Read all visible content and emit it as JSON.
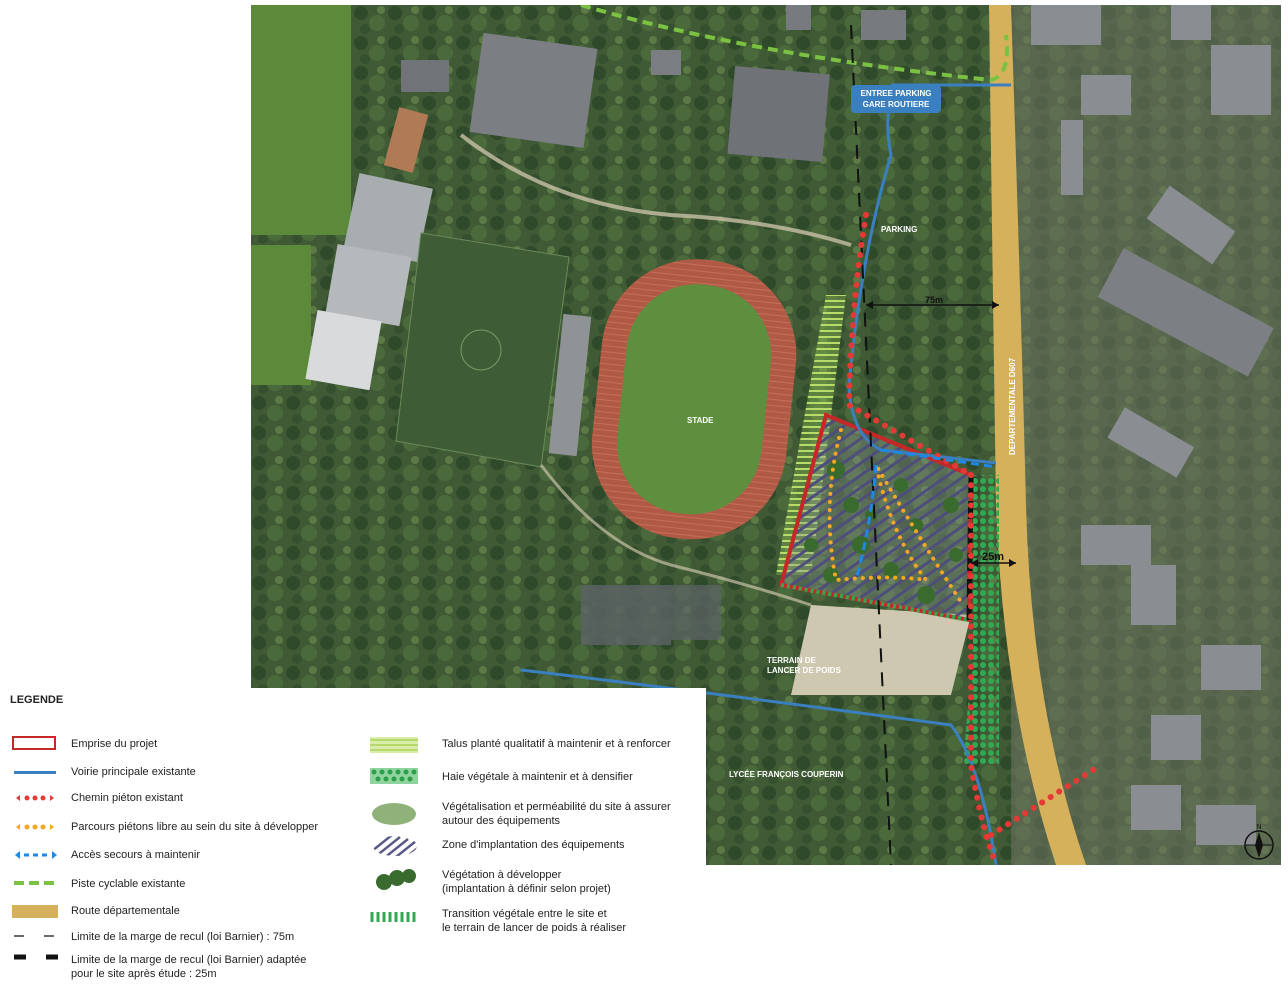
{
  "map": {
    "labels": {
      "parking_entry": "ENTREE PARKING\nGARE ROUTIERE",
      "parking": "PARKING",
      "stade": "STADE",
      "terrain": "TERRAIN DE\nLANCER DE POIDS",
      "lycee": "LYCÉE FRANÇOIS COUPERIN",
      "road": "DEPARTEMENTALE D607",
      "dist_75": "75m",
      "dist_25": "25m",
      "compass_n": "N"
    },
    "colors": {
      "project_outline": "#c62828",
      "road_main": "#3a7fbf",
      "pedestrian_existing": "#e53935",
      "pedestrian_new": "#f5a623",
      "emergency_access": "#1e88e5",
      "cycle_path": "#7cc242",
      "departmental_road": "#d6b15c",
      "talus": "#b5d96b",
      "hedge": "#2e9e4a",
      "vegetation": "#8fb27a",
      "zone_hatch": "#5a5a8a",
      "veg_develop": "#3a6b2e"
    }
  },
  "legend": {
    "title": "LEGENDE",
    "left": [
      {
        "icon": "red-rect-icon",
        "label": "Emprise du projet"
      },
      {
        "icon": "blue-line-icon",
        "label": "Voirie principale existante"
      },
      {
        "icon": "red-dots-icon",
        "label": "Chemin piéton existant"
      },
      {
        "icon": "orange-dots-icon",
        "label": "Parcours piétons libre au sein du site à développer"
      },
      {
        "icon": "blue-dashed-icon",
        "label": "Accès secours à maintenir"
      },
      {
        "icon": "green-dashed-icon",
        "label": "Piste cyclable existante"
      },
      {
        "icon": "tan-band-icon",
        "label": "Route départementale"
      },
      {
        "icon": "thin-dash-icon",
        "label": "Limite de la marge de recul (loi Barnier) : 75m"
      },
      {
        "icon": "thick-dash-icon",
        "label": "Limite de la marge de recul (loi Barnier) adaptée\npour le site après étude : 25m"
      }
    ],
    "right": [
      {
        "icon": "talus-stripes-icon",
        "label": "Talus planté qualitatif à maintenir et à renforcer"
      },
      {
        "icon": "hedge-pattern-icon",
        "label": "Haie végétale à maintenir et à densifier"
      },
      {
        "icon": "green-blob-icon",
        "label": "Végétalisation et perméabilité du site à assurer\n autour des équipements"
      },
      {
        "icon": "hatch-zone-icon",
        "label": "Zone d'implantation des équipements"
      },
      {
        "icon": "tree-cluster-icon",
        "label": "Végétation à développer\n(implantation à définir selon projet)"
      },
      {
        "icon": "green-vbars-icon",
        "label": "Transition végétale entre le site et\nle terrain de lancer de poids à réaliser"
      }
    ]
  }
}
